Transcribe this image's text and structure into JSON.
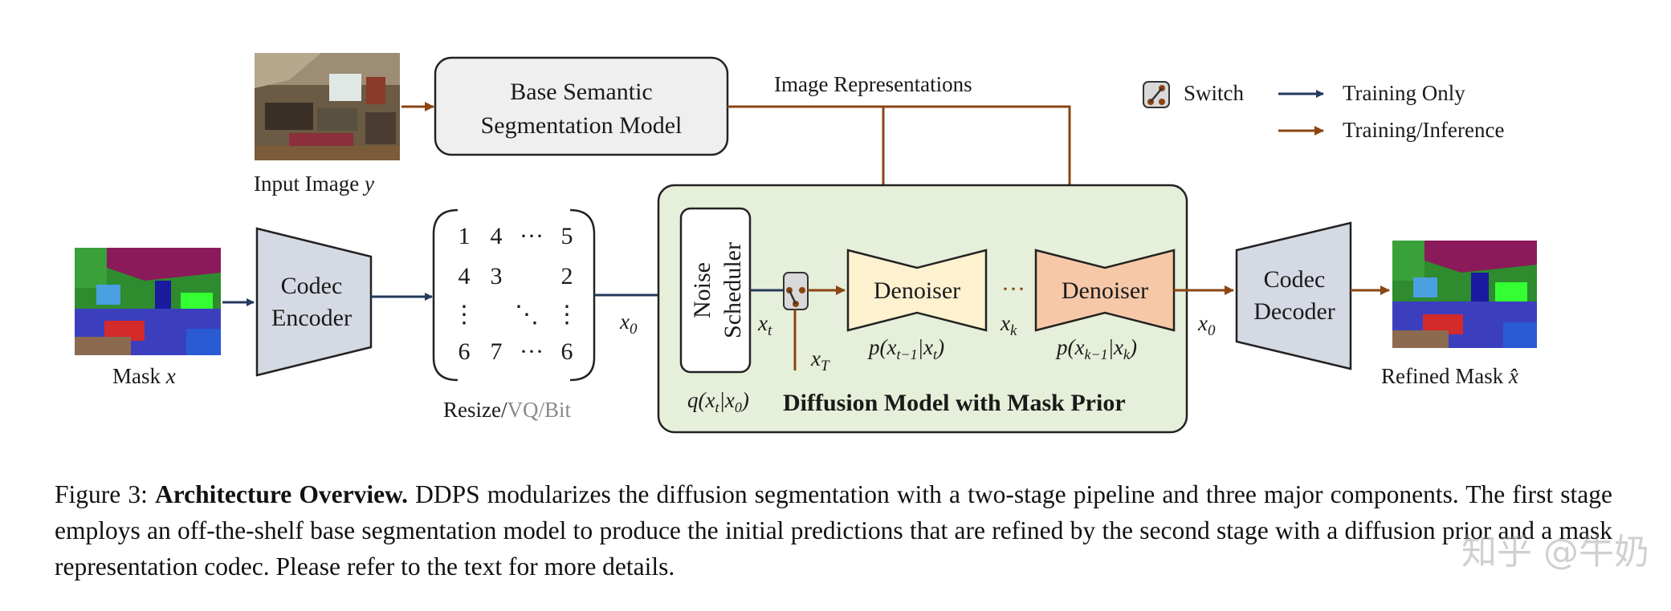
{
  "figure": {
    "input_image_label": "Input Image",
    "input_image_var": "y",
    "base_model_line1": "Base Semantic",
    "base_model_line2": "Segmentation Model",
    "image_repr_label": "Image Representations",
    "legend": {
      "switch": "Switch",
      "training_only": "Training Only",
      "training_inference": "Training/Inference"
    },
    "mask_label": "Mask",
    "mask_var": "x",
    "encoder_line1": "Codec",
    "encoder_line2": "Encoder",
    "matrix": {
      "row1": [
        "1",
        "4",
        "···",
        "5"
      ],
      "row2": [
        "4",
        "3",
        "2"
      ],
      "row4": [
        "6",
        "7",
        "···",
        "6"
      ],
      "vdots": "⋮",
      "ddots": "⋱"
    },
    "resize_label": "Resize/",
    "vq_bit_label": "VQ/Bit",
    "x0_left": "x",
    "x0_sub": "0",
    "noise_line1": "Noise",
    "noise_line2": "Scheduler",
    "q_label": "q(x",
    "q_sub_t": "t",
    "q_mid": "|x",
    "q_sub_0": "0",
    "q_end": ")",
    "xt_label": "x",
    "xt_sub": "t",
    "xT_label": "x",
    "xT_sub": "T",
    "denoiser1": "Denoiser",
    "denoiser2": "Denoiser",
    "p1_a": "p(x",
    "p1_sub1": "t−1",
    "p1_b": "|x",
    "p1_sub2": "t",
    "p1_c": ")",
    "p2_a": "p(x",
    "p2_sub1": "k−1",
    "p2_b": "|x",
    "p2_sub2": "k",
    "p2_c": ")",
    "dots": "···",
    "xk_label": "x",
    "xk_sub": "k",
    "diffusion_title": "Diffusion Model with Mask Prior",
    "x0_right": "x",
    "x0_right_sub": "0",
    "decoder_line1": "Codec",
    "decoder_line2": "Decoder",
    "refined_label": "Refined Mask",
    "refined_var": "x̂"
  },
  "caption": {
    "prefix": "Figure 3: ",
    "heading": "Architecture Overview.",
    "body": " DDPS modularizes the diffusion segmentation with a two-stage pipeline and three major components.  The first stage employs an off-the-shelf base segmentation model to produce the initial predictions that are refined by the second stage with a diffusion prior and a mask representation codec. Please refer to the text for more details."
  },
  "watermark": "知乎 @牛奶",
  "colors": {
    "training_only_arrow": "#23395d",
    "training_inference_arrow": "#8b4513",
    "diffusion_panel": "#e6efd9",
    "codec_box": "#d5d9e3",
    "base_model_box": "#efefef",
    "denoiser1_fill": "#fdf1cf",
    "denoiser2_fill": "#f6c8a8"
  }
}
